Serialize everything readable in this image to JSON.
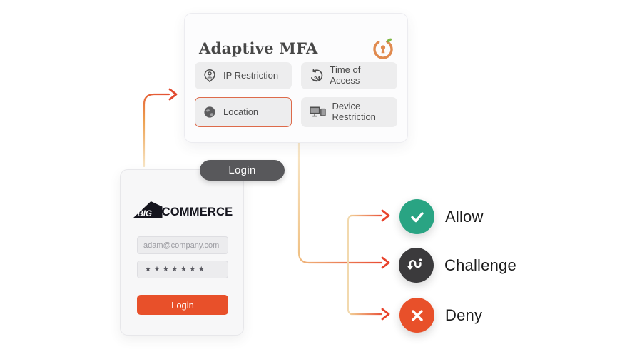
{
  "colors": {
    "accent_orange": "#e8502a",
    "flow_arrow_red": "#e2492f",
    "flow_line_yellow": "#f2d9ae",
    "allow_green": "#29a483",
    "challenge_dark": "#3b3a3c",
    "deny_orange": "#e8502a",
    "pill_gray": "#58585b",
    "logo_orange": "#e08a4f",
    "logo_leaf_green": "#7fb845"
  },
  "mfa": {
    "title": "Adaptive MFA",
    "logo_icon": "miniorange-logo",
    "chips": [
      {
        "label": "IP Restriction",
        "icon": "person-pin-icon",
        "highlighted": false
      },
      {
        "label": "Time of Access",
        "icon": "access-time-24-icon",
        "highlighted": false
      },
      {
        "label": "Location",
        "icon": "globe-icon",
        "highlighted": true
      },
      {
        "label": "Device Restriction",
        "icon": "devices-icon",
        "highlighted": false
      }
    ]
  },
  "login_pill": {
    "label": "Login"
  },
  "login": {
    "brand": {
      "big": "BIG",
      "rest": "COMMERCE"
    },
    "email_value": "adam@company.com",
    "password_mask": "★★★★★★★",
    "button_label": "Login"
  },
  "outcomes": [
    {
      "label": "Allow",
      "icon": "check-icon",
      "color": "#29a483"
    },
    {
      "label": "Challenge",
      "icon": "route-squiggle-icon",
      "color": "#3b3a3c"
    },
    {
      "label": "Deny",
      "icon": "x-icon",
      "color": "#e8502a"
    }
  ]
}
